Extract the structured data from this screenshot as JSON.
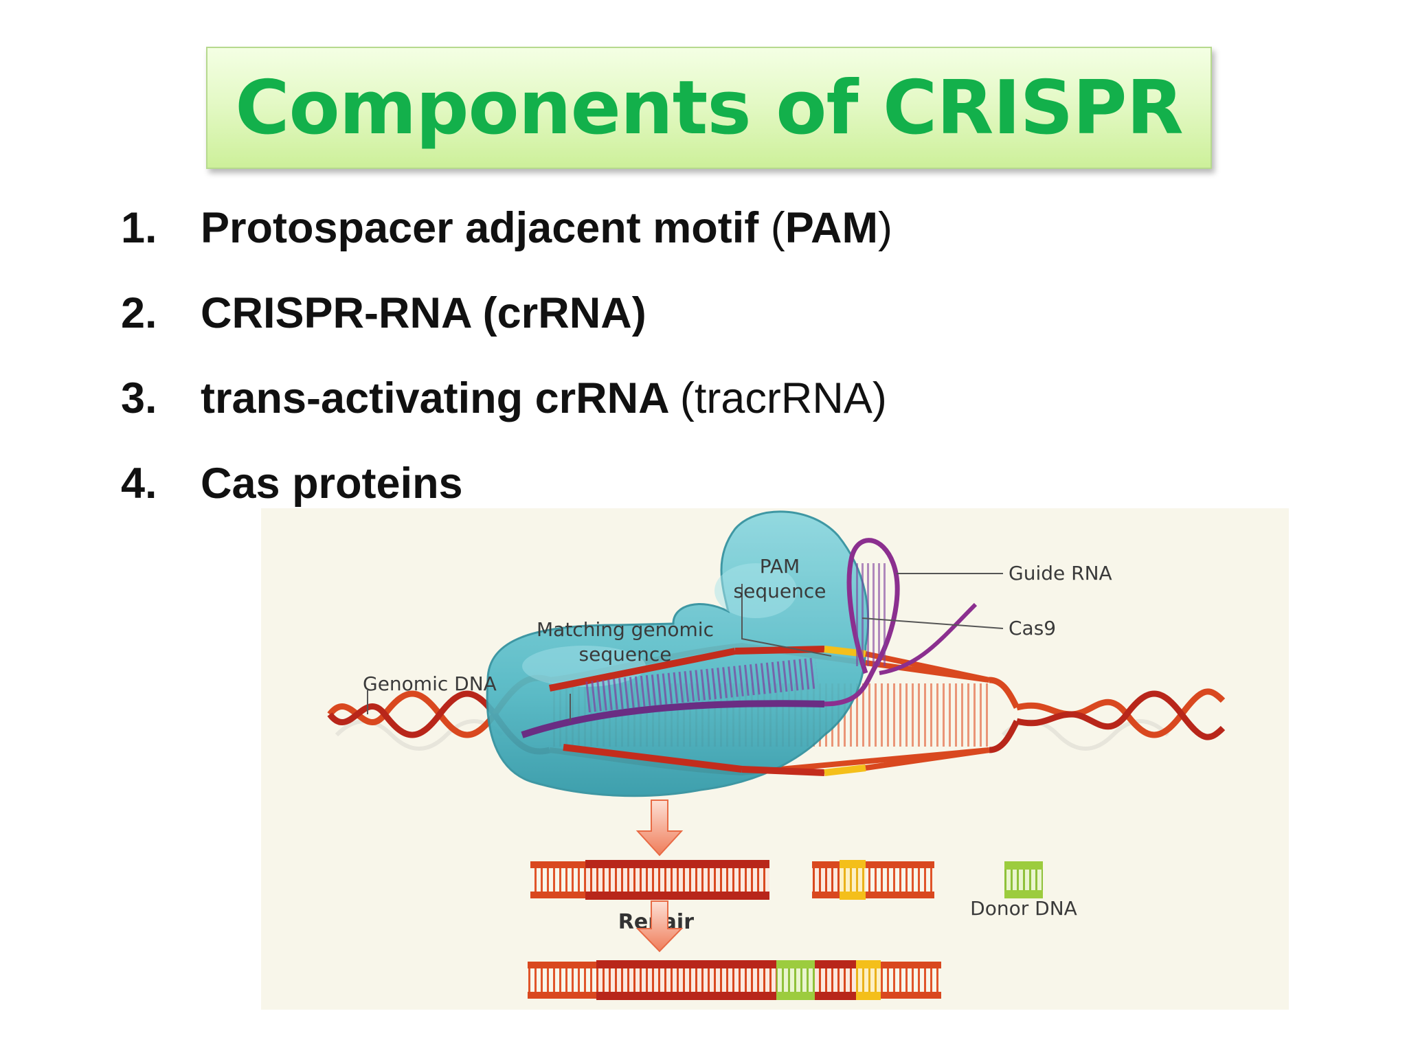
{
  "title": "Components of CRISPR",
  "list": [
    {
      "number": "1.",
      "parts": [
        {
          "text": "Protospacer adjacent motif ",
          "bold": true
        },
        {
          "text": "(",
          "bold": false
        },
        {
          "text": "PAM",
          "bold": true
        },
        {
          "text": ")",
          "bold": false
        }
      ]
    },
    {
      "number": "2.",
      "parts": [
        {
          "text": "CRISPR-RNA (crRNA)",
          "bold": true
        }
      ]
    },
    {
      "number": "3.",
      "parts": [
        {
          "text": "trans-activating crRNA ",
          "bold": true
        },
        {
          "text": "(tracrRNA)",
          "bold": false
        }
      ]
    },
    {
      "number": "4.",
      "parts": [
        {
          "text": "Cas proteins",
          "bold": true
        }
      ]
    }
  ],
  "diagram": {
    "labels": {
      "pam_line1": "PAM",
      "pam_line2": "sequence",
      "guide_rna": "Guide RNA",
      "cas9": "Cas9",
      "matching_line1": "Matching genomic",
      "matching_line2": "sequence",
      "genomic_dna": "Genomic DNA",
      "repair": "Repair",
      "donor_dna": "Donor DNA"
    },
    "colors": {
      "dna_red": "#d9481f",
      "dna_dark_red": "#b8261a",
      "pam_yellow": "#f4bf1a",
      "donor_green": "#9ccc3e",
      "guide_purple": "#8b2f8f",
      "cas9_teal": "#5ec3cf",
      "arrow_orange": "#f28a6a"
    }
  }
}
